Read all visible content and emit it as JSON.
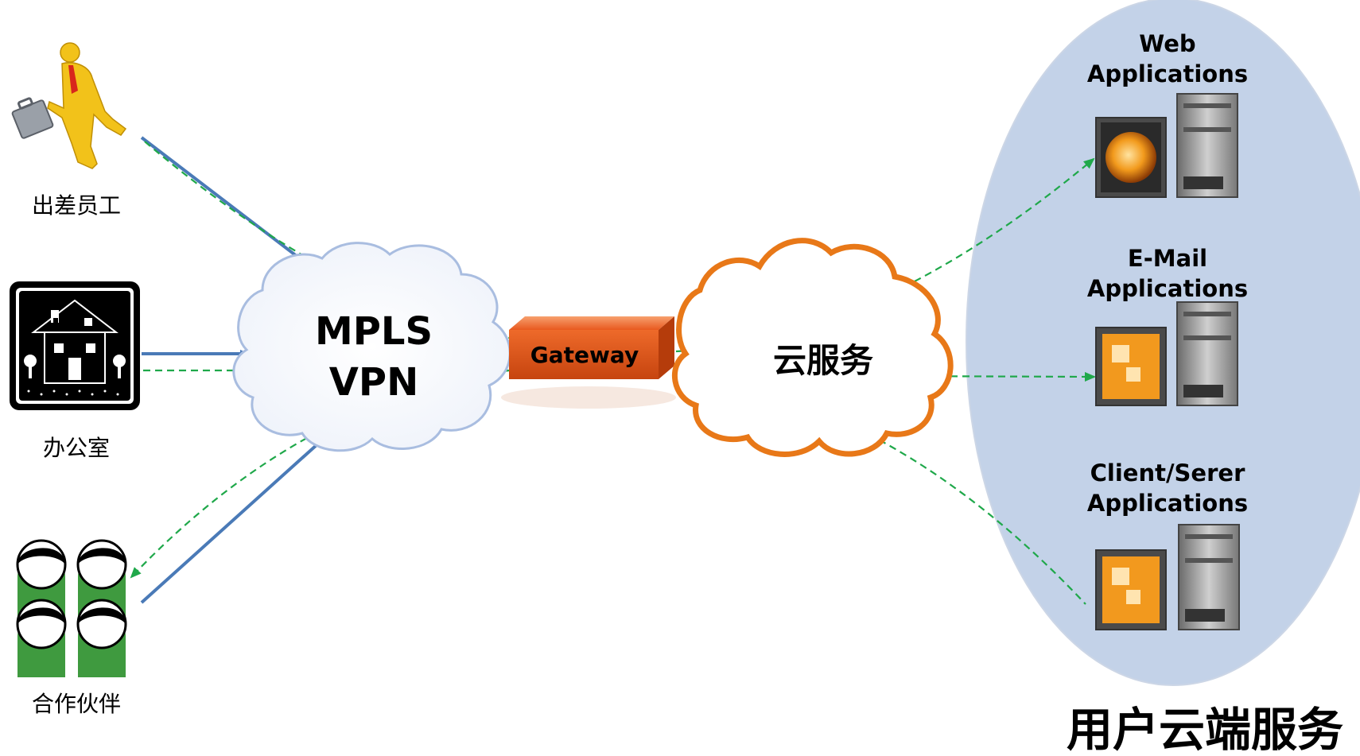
{
  "left_nodes": {
    "traveler": {
      "label": "出差员工"
    },
    "office": {
      "label": "办公室"
    },
    "partners": {
      "label": "合作伙伴"
    }
  },
  "mpls_cloud": {
    "line1": "MPLS",
    "line2": "VPN"
  },
  "gateway": {
    "label": "Gateway"
  },
  "cloud_service": {
    "label": "云服务"
  },
  "apps": {
    "web": {
      "line1": "Web",
      "line2": "Applications"
    },
    "email": {
      "line1": "E-Mail",
      "line2": "Applications"
    },
    "client": {
      "line1": "Client/Serer",
      "line2": "Applications"
    }
  },
  "footer": {
    "title": "用户云端服务"
  },
  "colors": {
    "solid_link": "#4a7ab7",
    "dashed_link": "#1fa84a",
    "gateway": "#e8591f",
    "cloud_service_outline": "#e87818",
    "ellipse_fill": "#c3d2e8",
    "people": "#3f9a3f",
    "traveler": "#f2c21a"
  }
}
